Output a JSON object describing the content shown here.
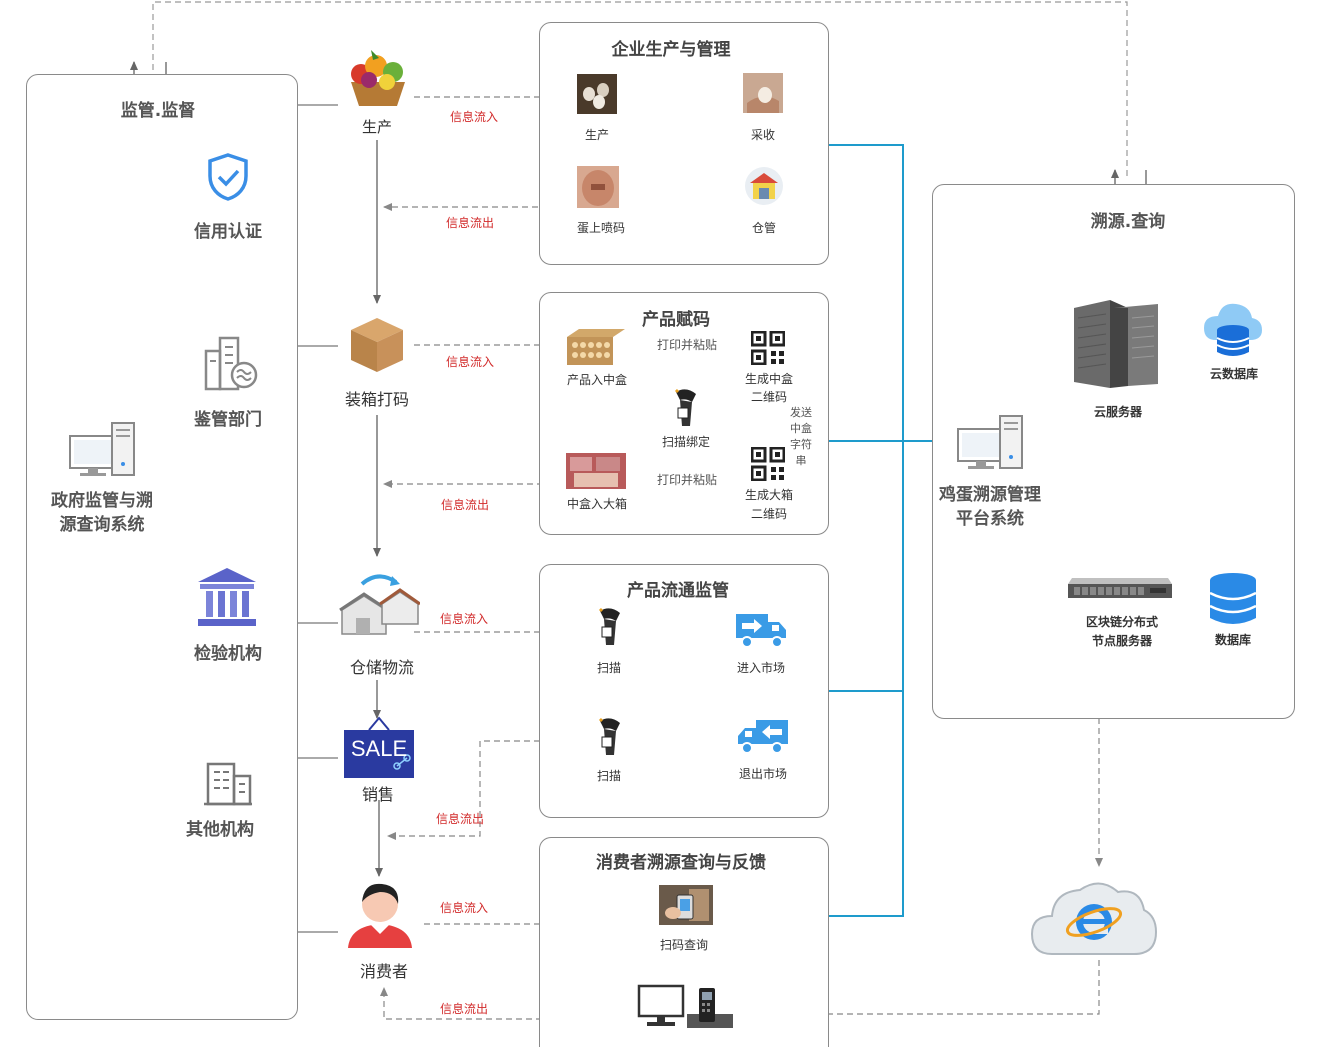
{
  "left_panel": {
    "title": "监管.监督",
    "system_name_line1": "政府监管与溯",
    "system_name_line2": "源查询系统",
    "items": [
      {
        "label": "信用认证",
        "icon": "shield-check-icon"
      },
      {
        "label": "鉴管部门",
        "icon": "building-icon"
      },
      {
        "label": "检验机构",
        "icon": "institution-icon"
      },
      {
        "label": "其他机构",
        "icon": "office-building-icon"
      }
    ]
  },
  "stages": {
    "production": "生产",
    "boxing": "装箱打码",
    "logistics": "仓储物流",
    "sales": "销售",
    "consumer": "消费者",
    "sale_sign": "SALE"
  },
  "flow_labels": {
    "in": "信息流入",
    "out": "信息流出"
  },
  "panels": {
    "enterprise": {
      "title": "企业生产与管理",
      "steps": [
        "生产",
        "采收",
        "仓管",
        "蛋上喷码"
      ]
    },
    "coding": {
      "title": "产品赋码",
      "product_to_box": "产品入中盒",
      "gen_box_code_1": "生成中盒",
      "gen_box_code_2": "二维码",
      "print_paste_1": "打印并粘贴",
      "scan_bind": "扫描绑定",
      "send_string": [
        "发送",
        "中盒",
        "字符",
        "串"
      ],
      "box_to_carton": "中盒入大箱",
      "gen_carton_code_1": "生成大箱",
      "gen_carton_code_2": "二维码",
      "print_paste_2": "打印并粘贴"
    },
    "circulation": {
      "title": "产品流通监管",
      "scan_1": "扫描",
      "enter_market": "进入市场",
      "scan_2": "扫描",
      "exit_market": "退出市场"
    },
    "consumer": {
      "title": "消费者溯源查询与反馈",
      "scan_query": "扫码查询"
    }
  },
  "right_panel": {
    "title": "溯源.查询",
    "system_line1": "鸡蛋溯源管理",
    "system_line2": "平台系统",
    "cloud_server": "云服务器",
    "cloud_db": "云数据库",
    "blockchain_1": "区块链分布式",
    "blockchain_2": "节点服务器",
    "database": "数据库"
  },
  "colors": {
    "blue_line": "#1e9bcc",
    "gray_line": "#888888",
    "flow_text": "#d22b2b",
    "icon_blue": "#3a8ee6"
  }
}
